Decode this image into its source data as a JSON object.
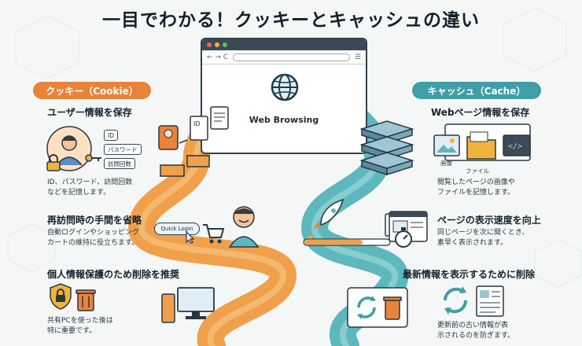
{
  "title": "一目でわかる！クッキーとキャッシュの違い",
  "browser": {
    "nav_glyphs": "← → C",
    "center_label": "Web Browsing"
  },
  "cookie": {
    "label": "クッキー（Cookie）",
    "color": "#e8833a",
    "sections": [
      {
        "heading": "ユーザー情報を保存",
        "desc": "ID、パスワード、訪問回数\nなどを記憶します。",
        "tags": [
          "ID",
          "パスワード",
          "訪問回数"
        ]
      },
      {
        "heading": "再訪問時の手間を省略",
        "desc": "自動ログインやショッピング\nカートの維持に役立ちます。",
        "badge": "Quick Login"
      },
      {
        "heading": "個人情報保護のため削除を推奨",
        "desc": "共有PCを使った後は\n特に重要です。"
      }
    ]
  },
  "cache": {
    "label": "キャッシュ（Cache）",
    "color": "#3f9fa6",
    "sections": [
      {
        "heading": "Webページ情報を保存",
        "desc": "閲覧したページの画像や\nファイルを記憶します。",
        "tags": [
          "画像",
          "ファイル"
        ]
      },
      {
        "heading": "ページの表示速度を向上",
        "desc": "同じページを次に開くとき、\n素早く表示されます。"
      },
      {
        "heading": "最新情報を表示するために削除",
        "desc": "更新前の古い情報が表\n示されるのを防ぎます。"
      }
    ]
  },
  "icons": [
    "user-icon",
    "padlock-icon",
    "key-icon",
    "document-stack-icon",
    "globe-icon",
    "server-stack-icon",
    "rocket-icon",
    "stopwatch-icon",
    "shopping-cart-icon",
    "cursor-icon",
    "shield-lock-icon",
    "trash-icon",
    "monitor-icon",
    "refresh-icon",
    "newspaper-icon",
    "image-icon",
    "folder-icon",
    "code-icon"
  ]
}
